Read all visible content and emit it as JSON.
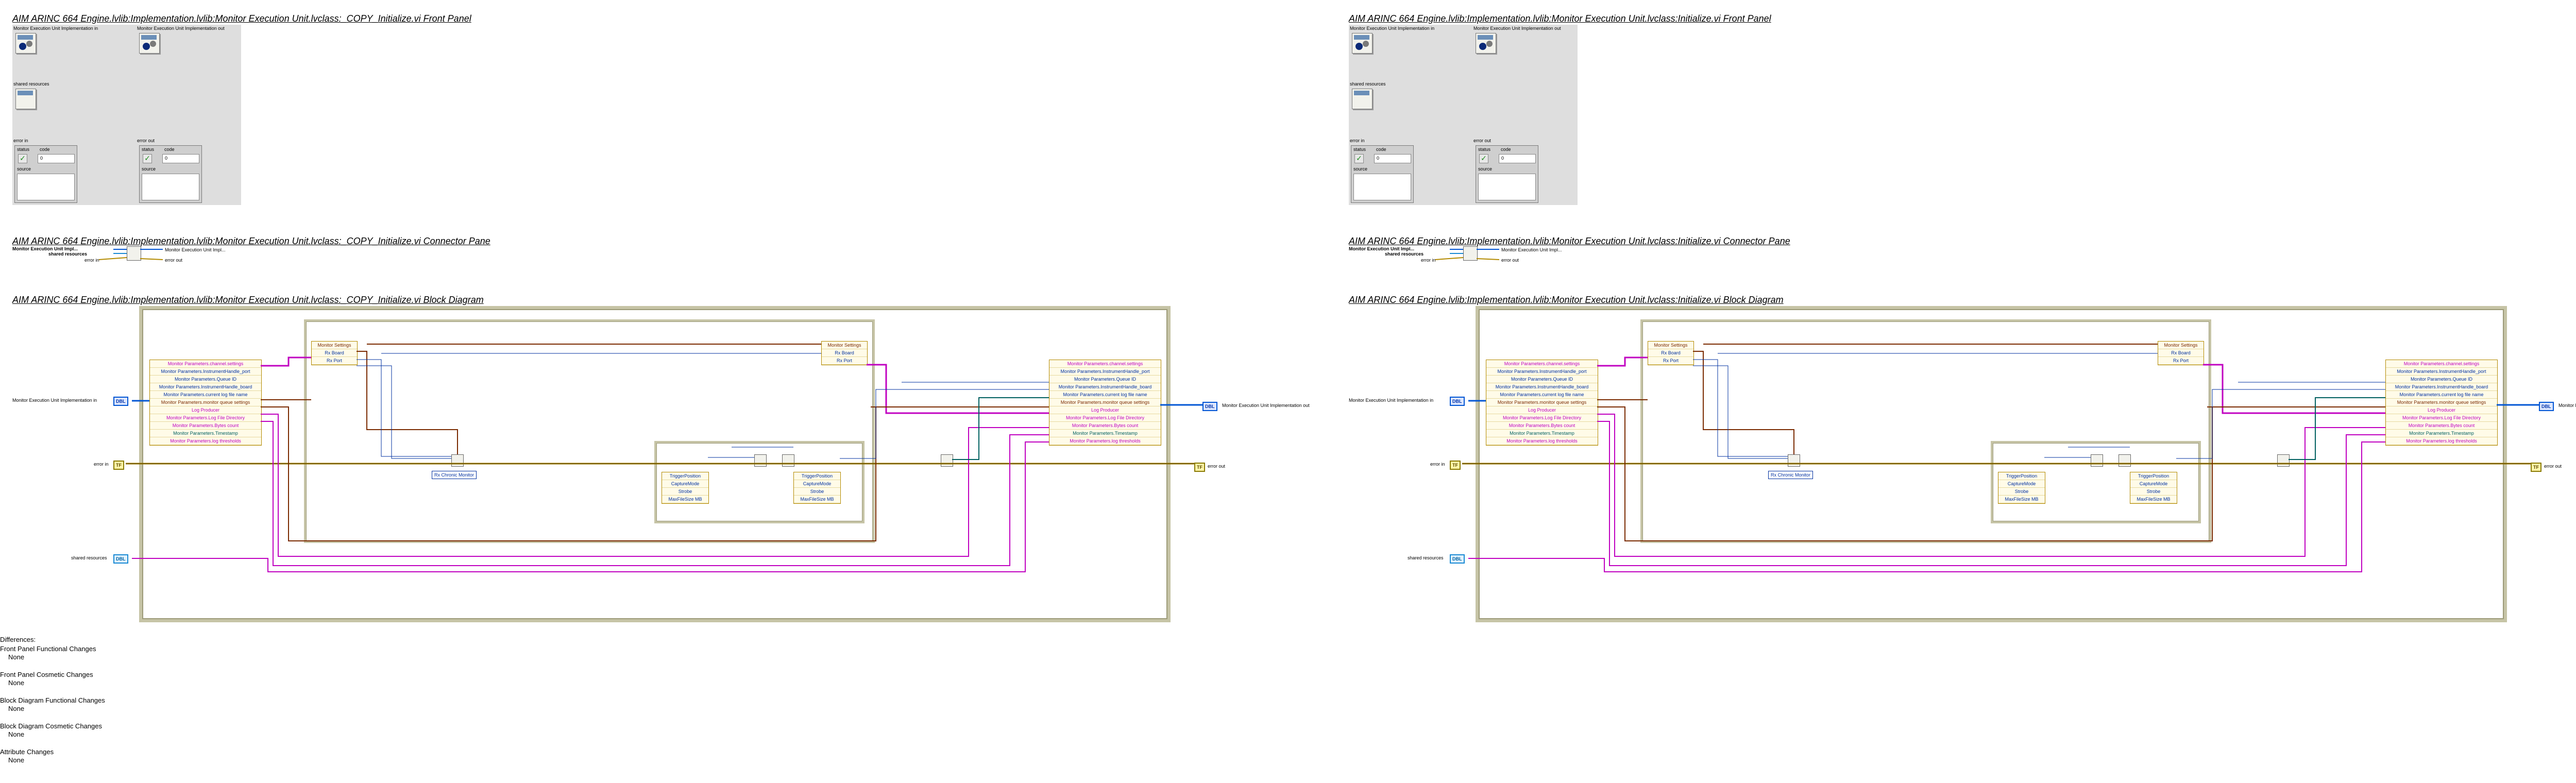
{
  "left": {
    "front_panel_title": "AIM ARINC 664 Engine.lvlib:Implementation.lvlib:Monitor Execution Unit.lvclass:_COPY_Initialize.vi Front Panel",
    "connector_title": "AIM ARINC 664 Engine.lvlib:Implementation.lvlib:Monitor Execution Unit.lvclass:_COPY_Initialize.vi Connector Pane",
    "block_title": "AIM ARINC 664 Engine.lvlib:Implementation.lvlib:Monitor Execution Unit.lvclass:_COPY_Initialize.vi Block Diagram"
  },
  "right": {
    "front_panel_title": "AIM ARINC 664 Engine.lvlib:Implementation.lvlib:Monitor Execution Unit.lvclass:Initialize.vi Front Panel",
    "connector_title": "AIM ARINC 664 Engine.lvlib:Implementation.lvlib:Monitor Execution Unit.lvclass:Initialize.vi Connector Pane",
    "block_title": "AIM ARINC 664 Engine.lvlib:Implementation.lvlib:Monitor Execution Unit.lvclass:Initialize.vi Block Diagram"
  },
  "front_panel": {
    "meu_in_label": "Monitor Execution Unit Implementation in",
    "meu_out_label": "Monitor Execution Unit Implementation out",
    "shared_label": "shared resources",
    "error_in_label": "error in",
    "error_out_label": "error out",
    "status_label": "status",
    "code_label": "code",
    "code_value": "0",
    "source_label": "source"
  },
  "connector": {
    "left_input1": "Monitor Execution Unit Impl...",
    "left_input2": "shared resources",
    "left_input3": "error in",
    "right_output1": "Monitor Execution Unit Impl...",
    "right_output2": "error out"
  },
  "block": {
    "term_meu_in": "Monitor Execution Unit Implementation in",
    "term_error_in": "error in",
    "term_shared": "shared resources",
    "term_meu_out": "Monitor Execution Unit Implementation out",
    "term_error_out": "error out",
    "bundle_rows": [
      "Monitor Parameters.channel.settings",
      "Monitor Parameters.InstrumentHandle_port",
      "Monitor Parameters.Queue ID",
      "Monitor Parameters.InstrumentHandle_board",
      "Monitor Parameters.current log file name",
      "Monitor Parameters.monitor queue settings",
      "Log Producer",
      "Monitor Parameters.Log File Directory",
      "Monitor Parameters.Bytes count",
      "Monitor Parameters.Timestamp",
      "Monitor Parameters.log thresholds"
    ],
    "unbundle_rows": [
      "Monitor Settings",
      "Rx Board",
      "Rx Port"
    ],
    "unbundle2_rows": [
      "Monitor Settings",
      "Rx Board",
      "Rx Port"
    ],
    "capture_rows": [
      "TriggerPosition",
      "CaptureMode",
      "Strobe",
      "MaxFileSize MB"
    ],
    "capture2_rows": [
      "TriggerPosition",
      "CaptureMode",
      "Strobe",
      "MaxFileSize MB"
    ],
    "enum_label": "Rx Chronic Monitor"
  },
  "differences": {
    "heading": "Differences:",
    "fp_functional": "Front Panel Functional Changes",
    "fp_functional_val": "None",
    "fp_cosmetic": "Front Panel Cosmetic Changes",
    "fp_cosmetic_val": "None",
    "bd_functional": "Block Diagram Functional Changes",
    "bd_functional_val": "None",
    "bd_cosmetic": "Block Diagram Cosmetic Changes",
    "bd_cosmetic_val": "None",
    "attr": "Attribute Changes",
    "attr_val": "None"
  }
}
